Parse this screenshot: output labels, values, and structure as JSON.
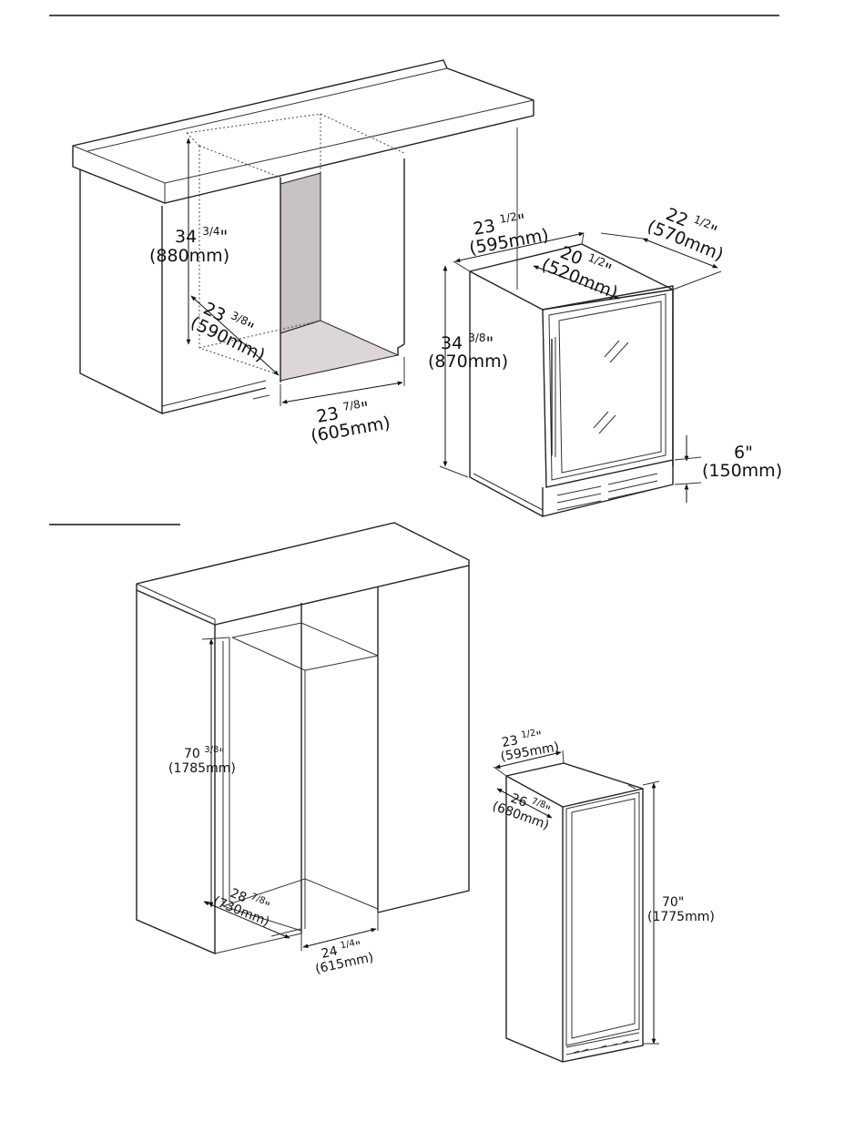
{
  "diagram_top": {
    "cabinet_height": {
      "in_whole": "34",
      "in_frac": "3/4",
      "mm": "(880mm)"
    },
    "cabinet_depth": {
      "in_whole": "23",
      "in_frac": "3/8",
      "mm": "(590mm)"
    },
    "cabinet_width": {
      "in_whole": "23",
      "in_frac": "7/8",
      "mm": "(605mm)"
    },
    "unit_width": {
      "in_whole": "23",
      "in_frac": "1/2",
      "mm": "(595mm)"
    },
    "unit_depth": {
      "in_whole": "22",
      "in_frac": "1/2",
      "mm": "(570mm)"
    },
    "unit_body_depth": {
      "in_whole": "20",
      "in_frac": "1/2",
      "mm": "(520mm)"
    },
    "unit_height": {
      "in_whole": "34",
      "in_frac": "3/8",
      "mm": "(870mm)"
    },
    "kick_height": {
      "in_whole": "6",
      "in_frac": "",
      "mm": "(150mm)"
    }
  },
  "diagram_bottom": {
    "cabinet_height": {
      "in_whole": "70",
      "in_frac": "3/8",
      "mm": "(1785mm)"
    },
    "cabinet_depth": {
      "in_whole": "28",
      "in_frac": "7/8",
      "mm": "(730mm)"
    },
    "cabinet_width": {
      "in_whole": "24",
      "in_frac": "1/4",
      "mm": "(615mm)"
    },
    "unit_width": {
      "in_whole": "23",
      "in_frac": "1/2",
      "mm": "(595mm)"
    },
    "unit_depth": {
      "in_whole": "26",
      "in_frac": "7/8",
      "mm": "(680mm)"
    },
    "unit_height": {
      "in_whole": "70",
      "in_frac": "",
      "mm": "(1775mm)"
    }
  },
  "colors": {
    "line": "#222222",
    "recess_shade": "#c9c4c4",
    "recess_floor": "#ddd7d7"
  }
}
